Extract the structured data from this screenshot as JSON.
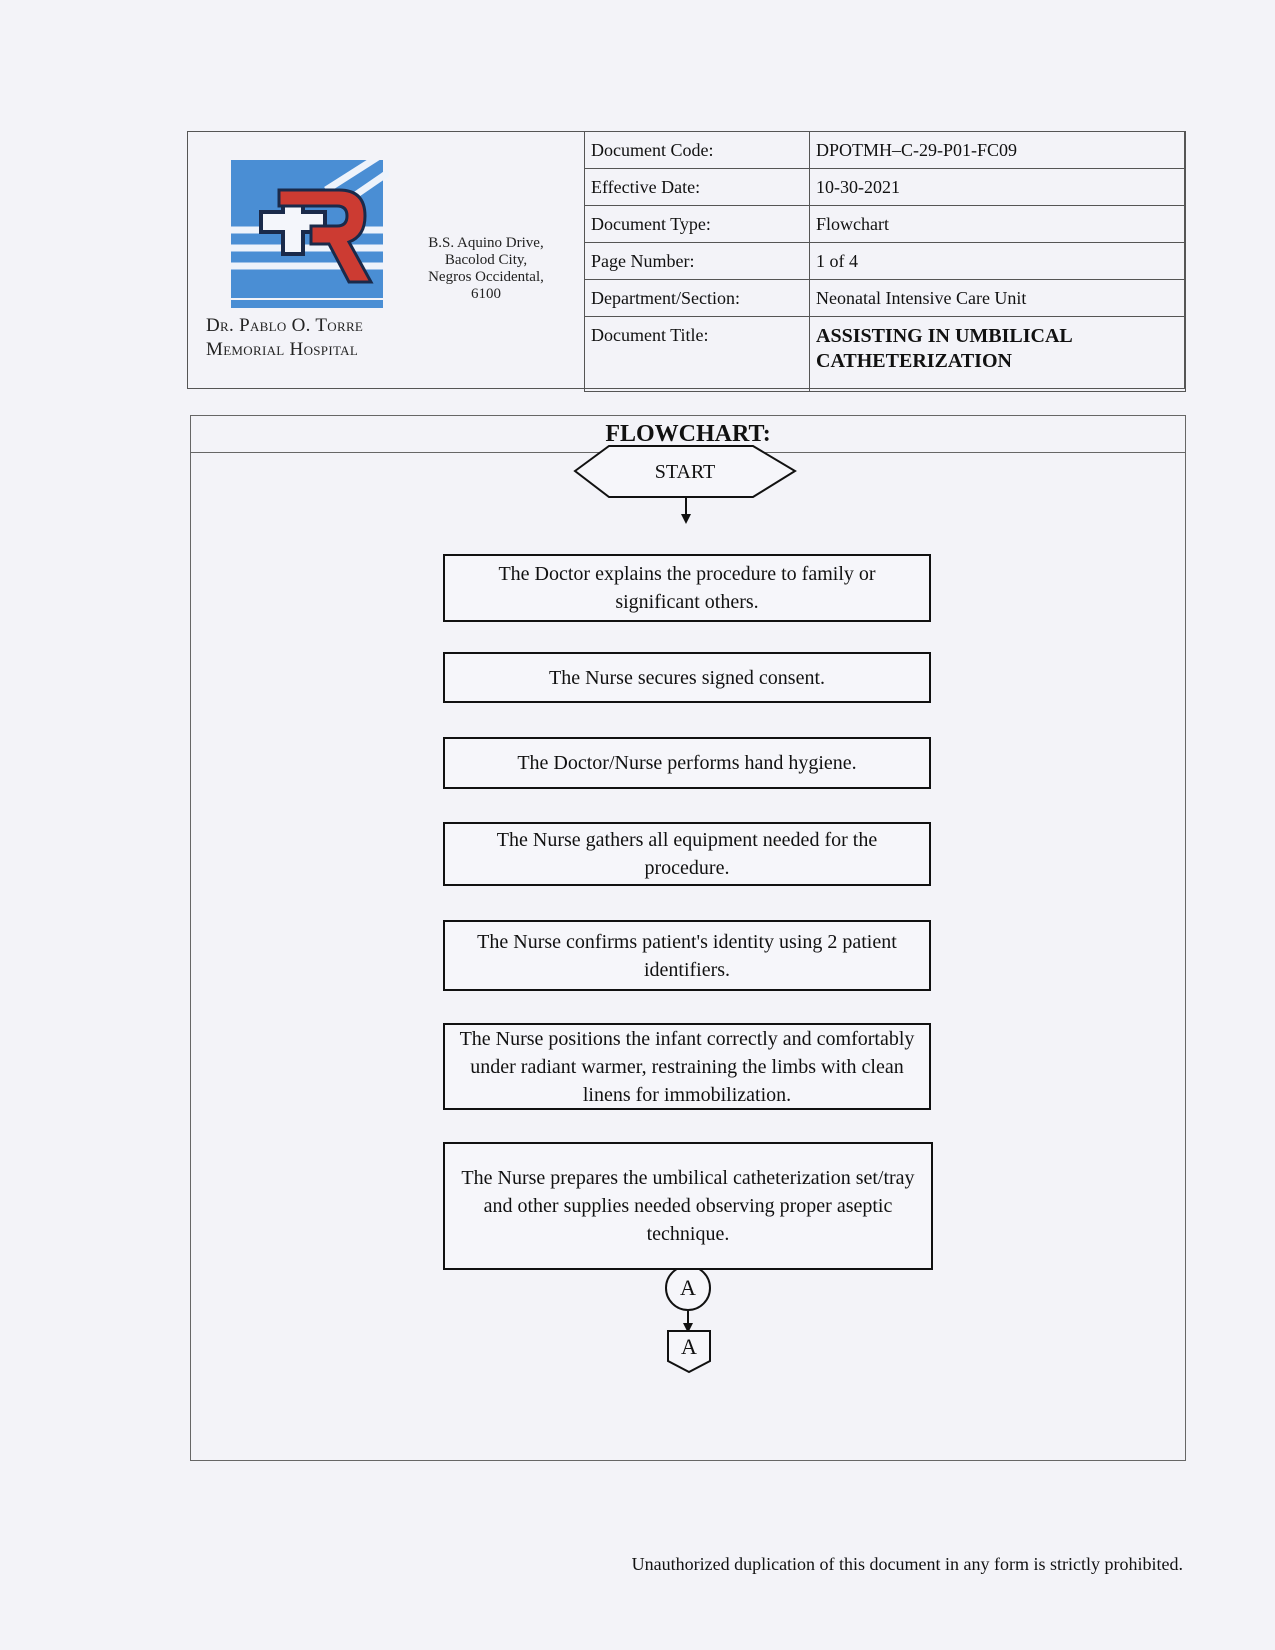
{
  "hospital": {
    "name_line1": "Dr. Pablo O. Torre",
    "name_line2": "Memorial Hospital",
    "address_lines": [
      "B.S. Aquino Drive,",
      "Bacolod City,",
      "Negros Occidental,",
      "6100"
    ],
    "logo_colors": {
      "blue": "#4a8ed4",
      "red": "#cc3b32",
      "navy": "#1a2a4a"
    }
  },
  "meta": [
    {
      "label": "Document Code:",
      "value": "DPOTMH–C-29-P01-FC09"
    },
    {
      "label": "Effective Date:",
      "value": "10-30-2021"
    },
    {
      "label": "Document Type:",
      "value": "Flowchart"
    },
    {
      "label": "Page Number:",
      "value": "1 of 4"
    },
    {
      "label": "Department/Section:",
      "value": "Neonatal Intensive Care Unit"
    }
  ],
  "document_title": {
    "label": "Document Title:",
    "line1": "ASSISTING IN UMBILICAL",
    "line2": "CATHETERIZATION"
  },
  "flowchart": {
    "heading": "FLOWCHART:",
    "start": "START",
    "steps": [
      "The Doctor explains the procedure to family or significant others.",
      "The Nurse secures signed consent.",
      "The Doctor/Nurse performs hand hygiene.",
      "The Nurse gathers all equipment needed for the procedure.",
      "The Nurse confirms patient's identity using 2 patient identifiers.",
      "The Nurse positions the infant correctly and comfortably under radiant warmer, restraining the limbs with clean linens for immobilization.",
      "The Nurse prepares the umbilical catheterization set/tray and other supplies needed observing proper aseptic technique."
    ],
    "connector_circle": "A",
    "connector_offpage": "A"
  },
  "footer": "Unauthorized duplication of this document in any form is strictly prohibited."
}
